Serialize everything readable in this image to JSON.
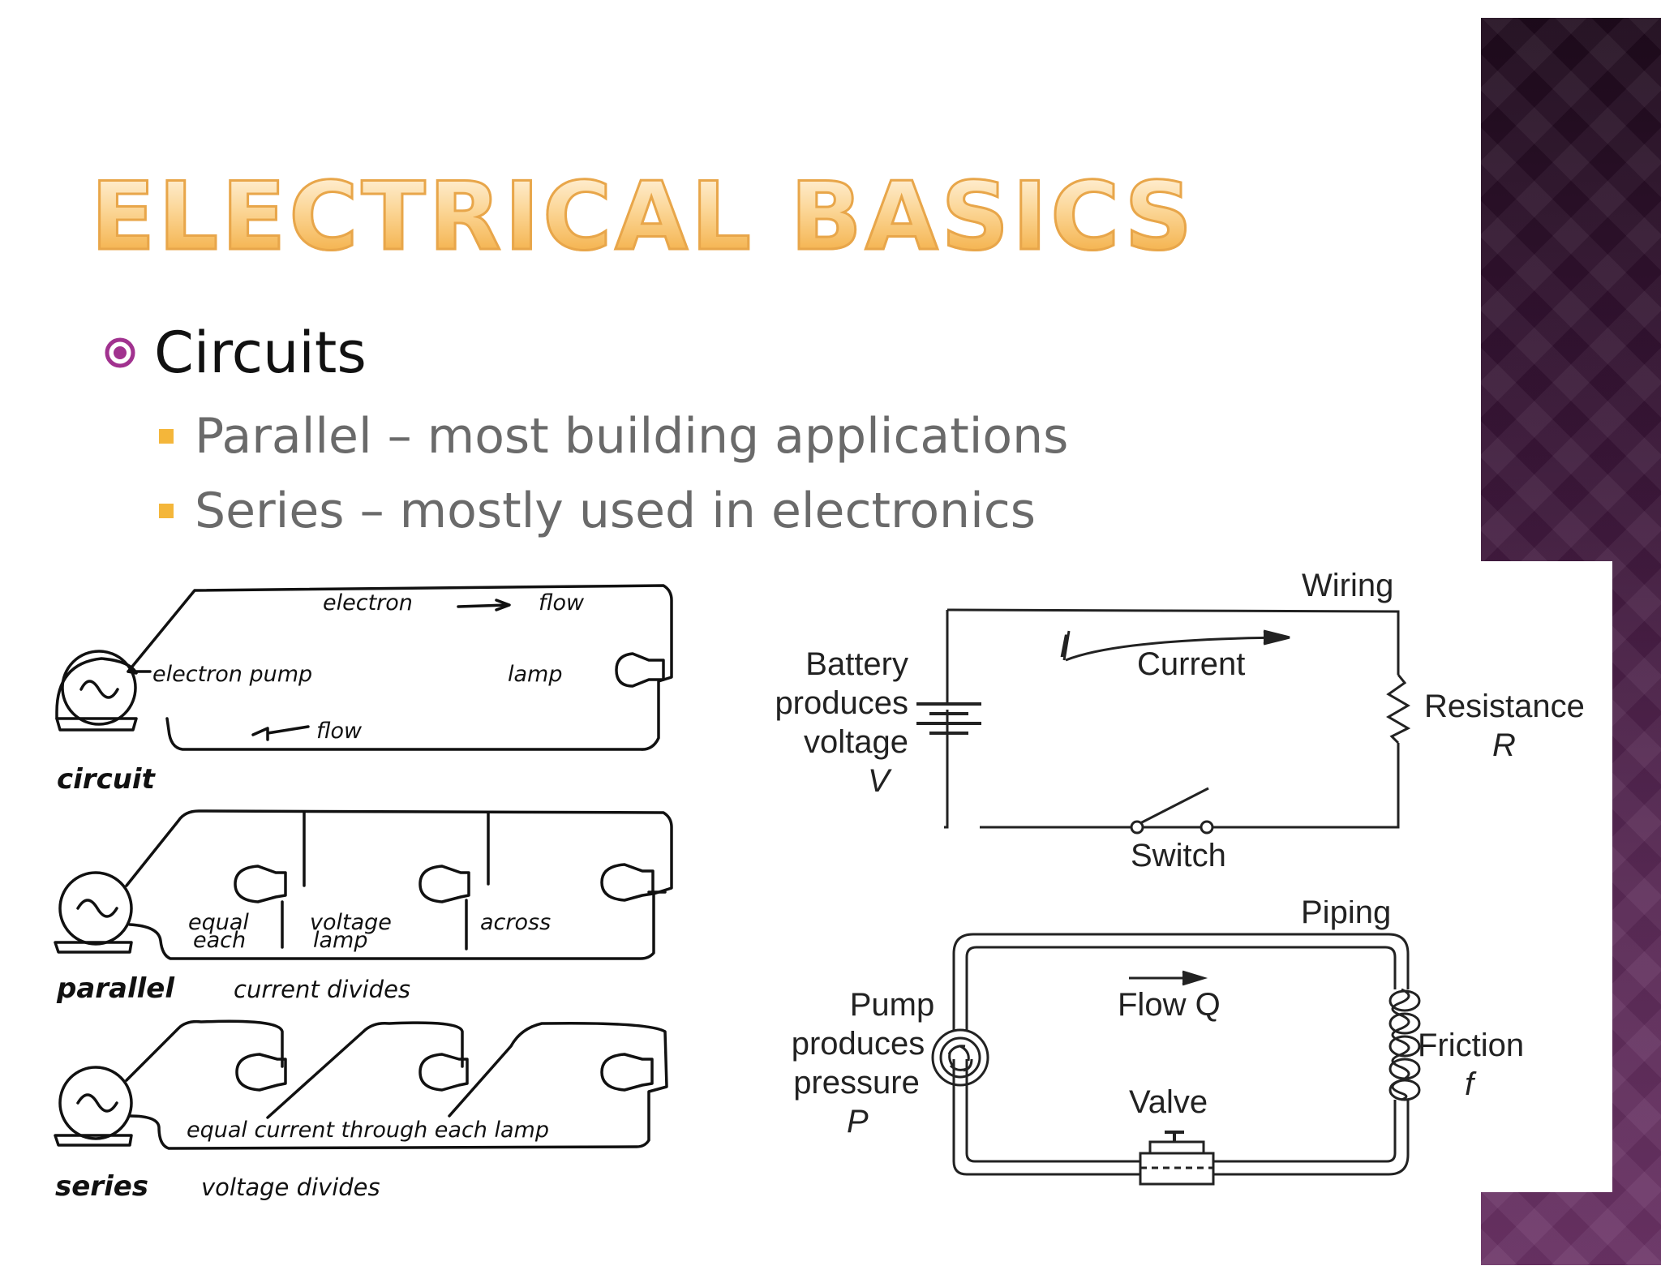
{
  "title": "ELECTRICAL BASICS",
  "bullets": [
    {
      "label": "Circuits",
      "children": [
        "Parallel – most building applications",
        "Series – mostly used in electronics"
      ]
    }
  ],
  "left_diagram": {
    "circuit": {
      "caption": "circuit",
      "labels": [
        "electron",
        "flow",
        "electron pump",
        "lamp",
        "flow"
      ]
    },
    "parallel": {
      "caption": "parallel",
      "subcaption": "current divides",
      "labels": [
        "equal",
        "each",
        "voltage",
        "lamp",
        "across"
      ]
    },
    "series": {
      "caption": "series",
      "subcaption": "voltage divides",
      "label": "equal current through each lamp"
    }
  },
  "electric_diagram": {
    "wiring": "Wiring",
    "current_symbol": "I",
    "current": "Current",
    "battery_lines": [
      "Battery",
      "produces",
      "voltage",
      "V"
    ],
    "resistance": "Resistance",
    "resistance_symbol": "R",
    "switch": "Switch"
  },
  "hydraulic_diagram": {
    "piping": "Piping",
    "flow": "Flow Q",
    "pump_lines": [
      "Pump",
      "produces",
      "pressure",
      "P"
    ],
    "friction": "Friction",
    "friction_symbol": "f",
    "valve": "Valve"
  },
  "colors": {
    "title_fill": "#f6b04a",
    "title_stroke": "#e8a64a",
    "bullet_marker": "#a1328f",
    "sub_bullet": "#f4b63a",
    "panel_dark": "#1e0a1c",
    "panel_light": "#6b3366"
  }
}
